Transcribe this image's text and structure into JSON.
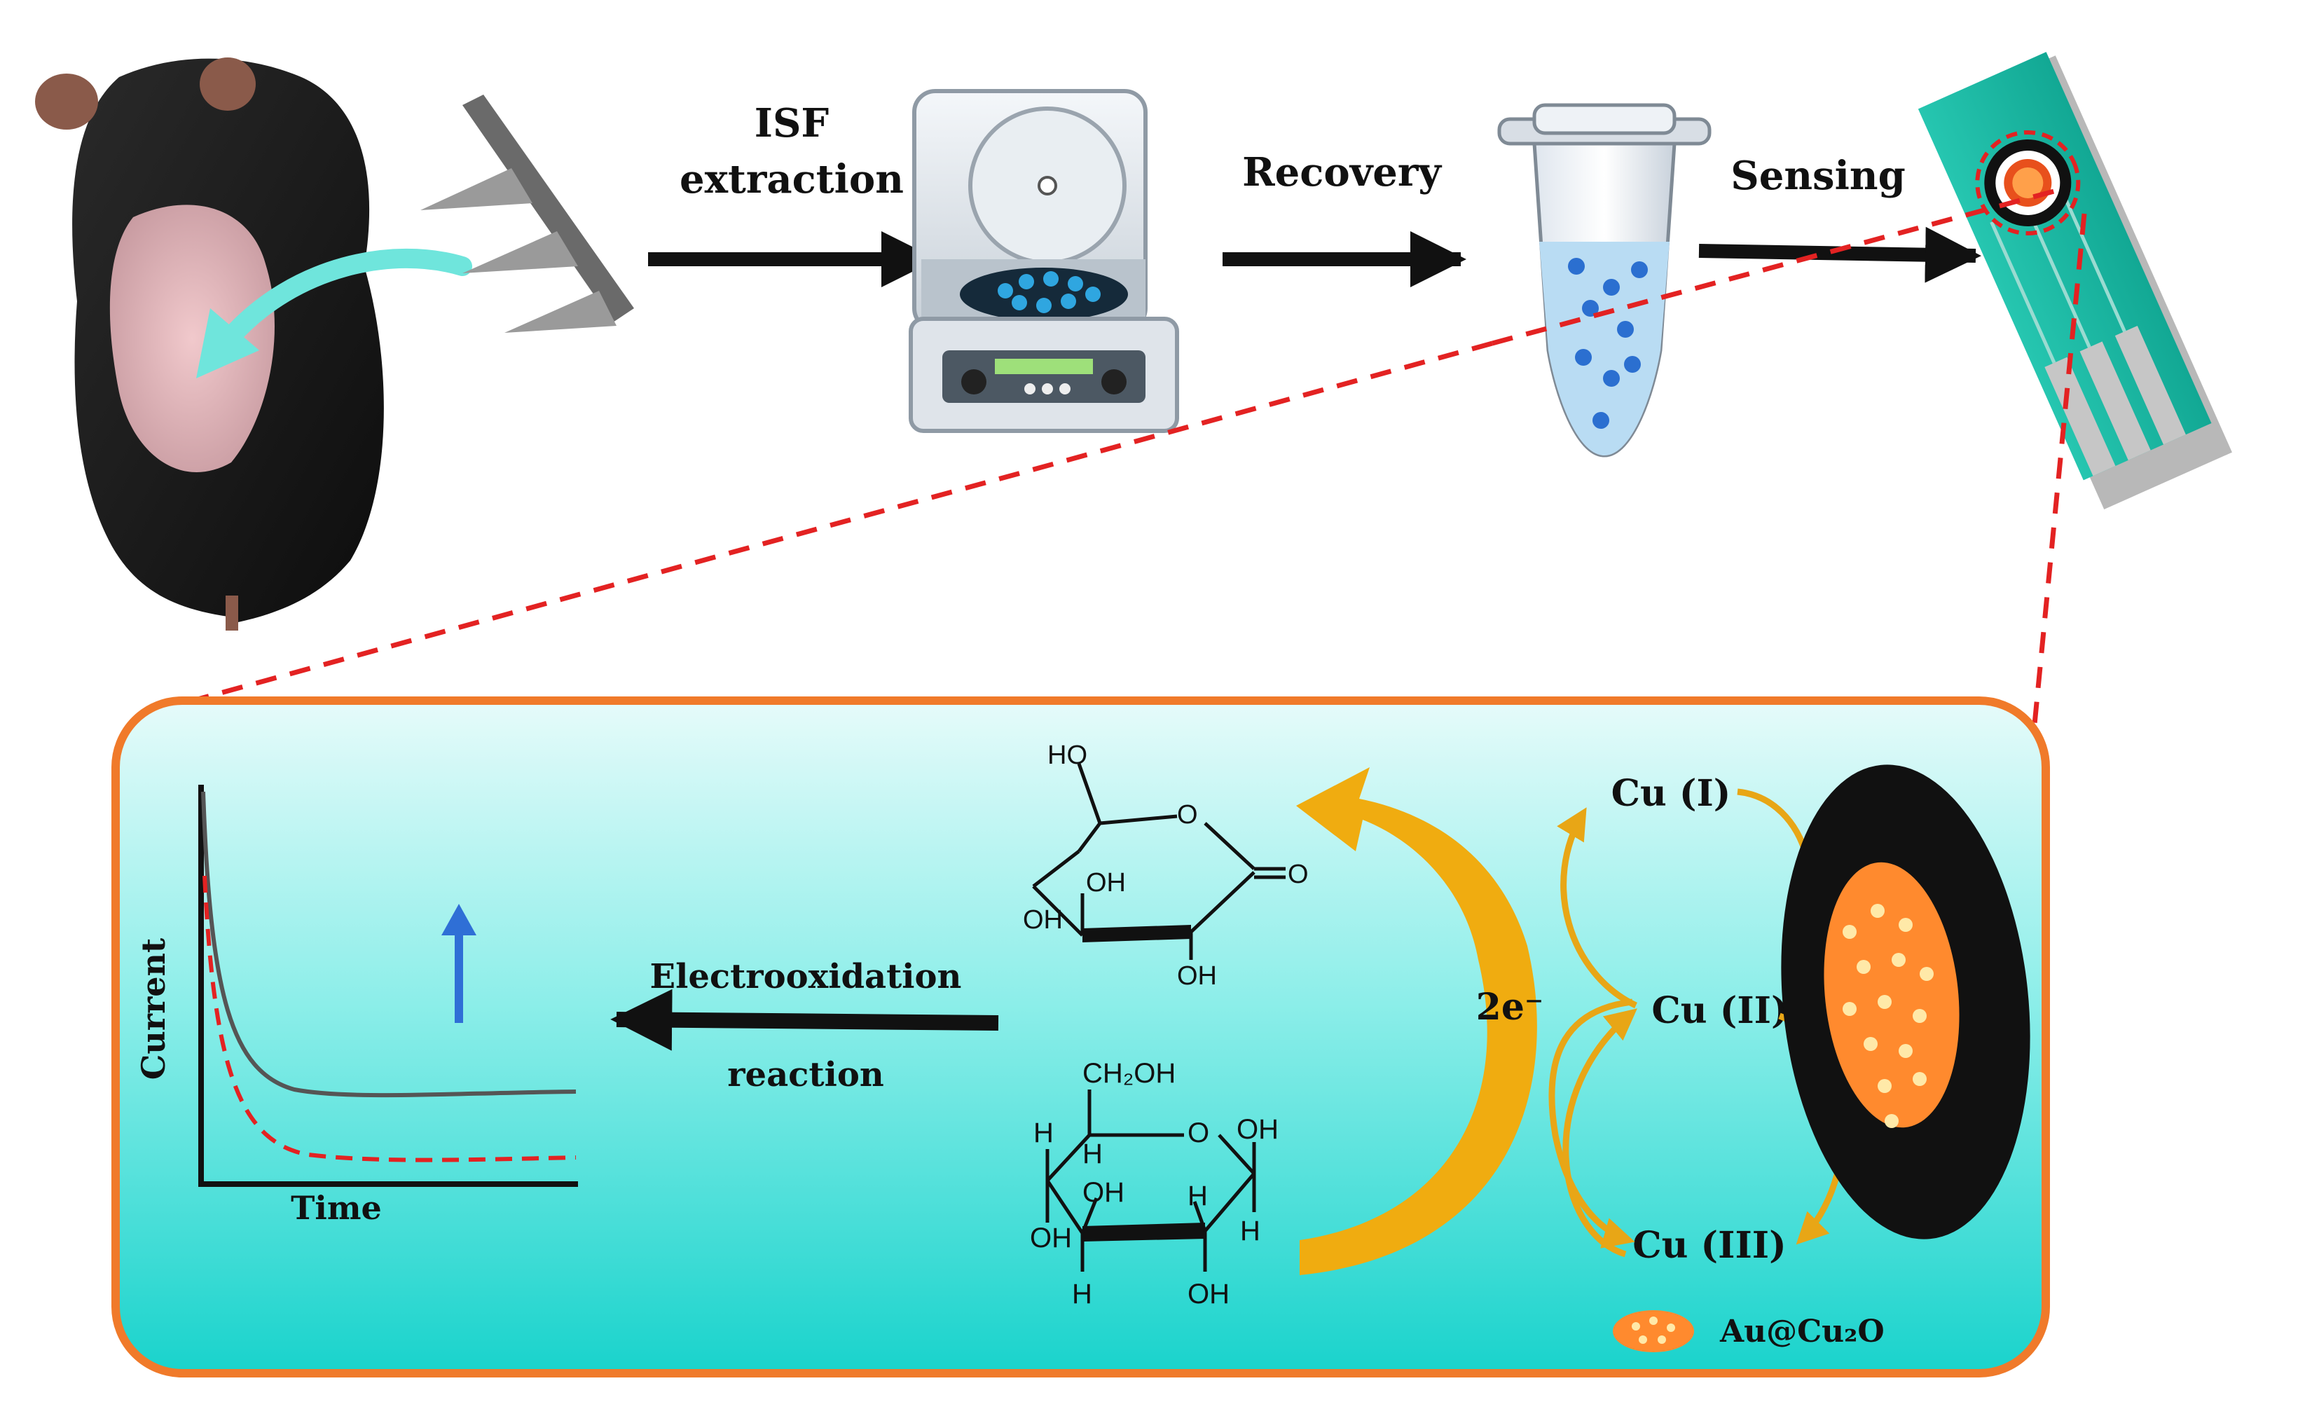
{
  "workflow": {
    "steps": [
      {
        "label_line1": "ISF",
        "label_line2": "extraction"
      },
      {
        "label_line1": "Recovery"
      },
      {
        "label_line1": "Sensing"
      }
    ]
  },
  "panel": {
    "reaction_label_line1": "Electrooxidation",
    "reaction_label_line2": "reaction",
    "electrons": "2e⁻",
    "copper_states": [
      "Cu (I)",
      "Cu (II)",
      "Cu (III)"
    ],
    "legend_label": "Au@Cu₂O",
    "plot": {
      "xlabel": "Time",
      "ylabel": "Current"
    },
    "lactone_labels": [
      "HO",
      "O",
      "O",
      "OH",
      "OH",
      "OH"
    ],
    "glucose_labels": [
      "CH₂OH",
      "O",
      "OH",
      "H",
      "H",
      "OH",
      "H",
      "H",
      "OH",
      "H",
      "OH"
    ]
  },
  "colors": {
    "arrow": "#111111",
    "dashed_line": "#e32222",
    "panel_border": "#f07a2a",
    "panel_fill_top": "#d8f7f5",
    "panel_fill_bottom": "#1fd6cf",
    "reaction_arrow": "#f5b800",
    "copper_arrow": "#e8a616",
    "electrode_black": "#111111",
    "electrode_orange": "#ff8a2e",
    "trend_arrow": "#2f6fd6",
    "sensor_strip": "#1fbfa8"
  }
}
